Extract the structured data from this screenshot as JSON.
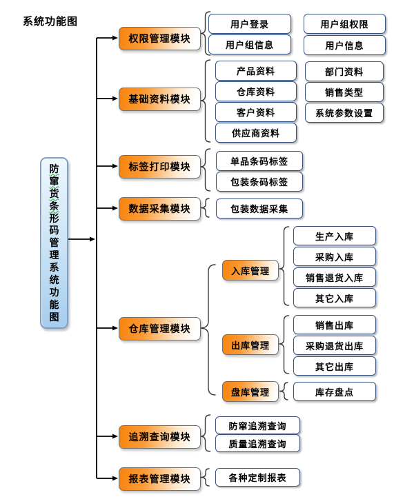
{
  "title": "系统功能图",
  "root": {
    "label": "防窜货条形码管理系统功能图"
  },
  "modules": [
    {
      "label": "权限管理模块",
      "children": [
        "用户登录",
        "用户组信息",
        "用户组权限",
        "用户信息"
      ]
    },
    {
      "label": "基础资料模块",
      "children": [
        "产品资料",
        "仓库资料",
        "客户资料",
        "供应商资料",
        "部门资料",
        "销售类型",
        "系统参数设置"
      ]
    },
    {
      "label": "标签打印模块",
      "children": [
        "单品条码标签",
        "包装条码标签"
      ]
    },
    {
      "label": "数据采集模块",
      "children": [
        "包装数据采集"
      ]
    },
    {
      "label": "仓库管理模块",
      "submodules": [
        {
          "label": "入库管理",
          "children": [
            "生产入库",
            "采购入库",
            "销售退货入库",
            "其它入库"
          ]
        },
        {
          "label": "出库管理",
          "children": [
            "销售出库",
            "采购退货出库",
            "其它出库"
          ]
        },
        {
          "label": "盘库管理",
          "children": [
            "库存盘点"
          ]
        }
      ]
    },
    {
      "label": "追溯查询模块",
      "children": [
        "防窜追溯查询",
        "质量追溯查询"
      ]
    },
    {
      "label": "报表管理模块",
      "children": [
        "各种定制报表"
      ]
    }
  ],
  "colors": {
    "module_fill": "#fa8c16",
    "leaf_fill": "#7db6e9",
    "leaf_border": "#35537f",
    "root_fill_top": "#edf7fe",
    "root_fill_bottom": "#a6cdec",
    "line": "#000000",
    "squiggle": "#2ea82e"
  }
}
